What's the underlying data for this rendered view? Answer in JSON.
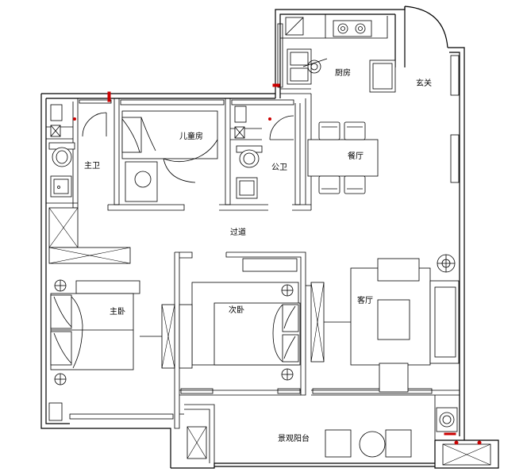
{
  "rooms": {
    "kitchen": "厨房",
    "entrance": "玄关",
    "master_bath": "主卫",
    "kids_room": "儿童房",
    "public_bath": "公卫",
    "dining": "餐厅",
    "corridor": "过道",
    "master_bedroom": "主卧",
    "second_bedroom": "次卧",
    "living_room": "客厅",
    "balcony": "景观阳台"
  }
}
